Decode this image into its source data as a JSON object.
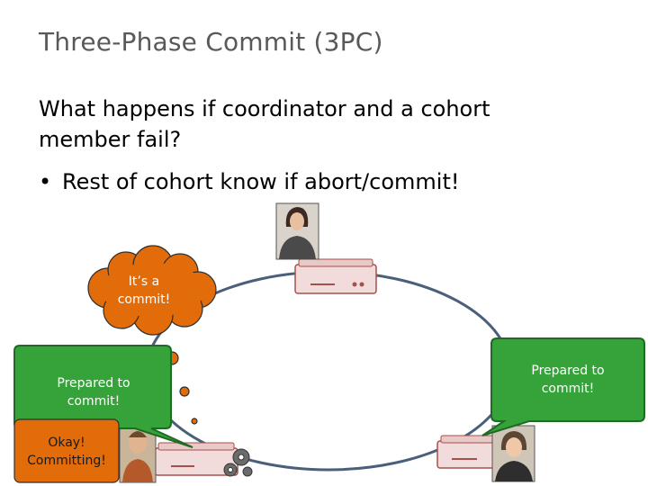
{
  "slide": {
    "title": "Three-Phase Commit (3PC)",
    "question_line1": "What happens if coordinator and a cohort",
    "question_line2": "member fail?",
    "bullet": "Rest of cohort know if abort/commit!"
  },
  "bubbles": {
    "thought": "It’s a commit!",
    "left_prepared": "Prepared to commit!",
    "right_prepared": "Prepared to commit!",
    "okay": "Okay! Committing!"
  },
  "icons": {
    "coordinator_server": "server-icon",
    "coordinator_avatar": "woman-avatar-icon",
    "left_server": "server-icon",
    "right_server": "server-icon",
    "gears": "gears-icon",
    "left_avatar": "man-avatar-icon",
    "right_avatar": "boy-avatar-icon"
  },
  "colors": {
    "ring": "#4a5f7a",
    "thought_fill": "#e36c0a",
    "speech_fill": "#36a33a",
    "speech_stroke": "#1f6b24",
    "server_fill": "#f2dcdb",
    "server_stroke": "#a5504a"
  }
}
